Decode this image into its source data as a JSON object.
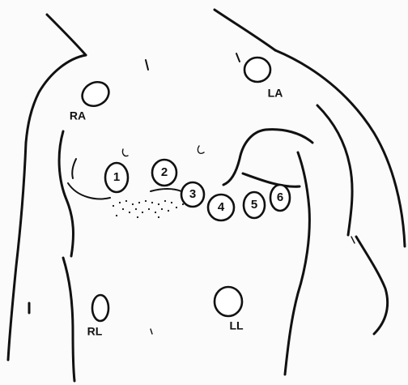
{
  "diagram": {
    "limb_leads": {
      "ra": "RA",
      "la": "LA",
      "rl": "RL",
      "ll": "LL"
    },
    "chest_leads": [
      "1",
      "2",
      "3",
      "4",
      "5",
      "6"
    ]
  }
}
